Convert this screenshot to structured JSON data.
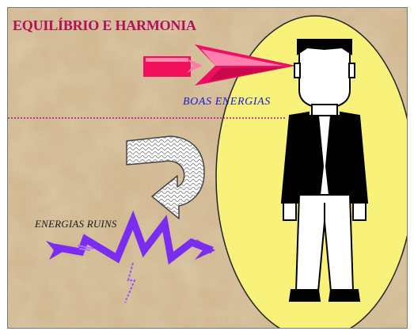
{
  "title": "EQUILÍBRIO E HARMONIA",
  "labels": {
    "good_energy": "BOAS ENERGIAS",
    "bad_energy": "ENERGIAS RUINS"
  },
  "colors": {
    "background": "#d8bf98",
    "title": "#b0105a",
    "aura": "#f9f27a",
    "good_energy_arrow": "#f0105c",
    "good_energy_text": "#1a1ad0",
    "bad_energy_arrow": "#7a2cf0",
    "bad_energy_text": "#1a1a1a",
    "dotted_line": "#b0108a"
  },
  "icons": {
    "good_energy": "pink-arrow-icon",
    "redirect": "curved-arrow-icon",
    "bad_energy": "zigzag-bolt-icon",
    "person": "man-in-vest-icon"
  }
}
